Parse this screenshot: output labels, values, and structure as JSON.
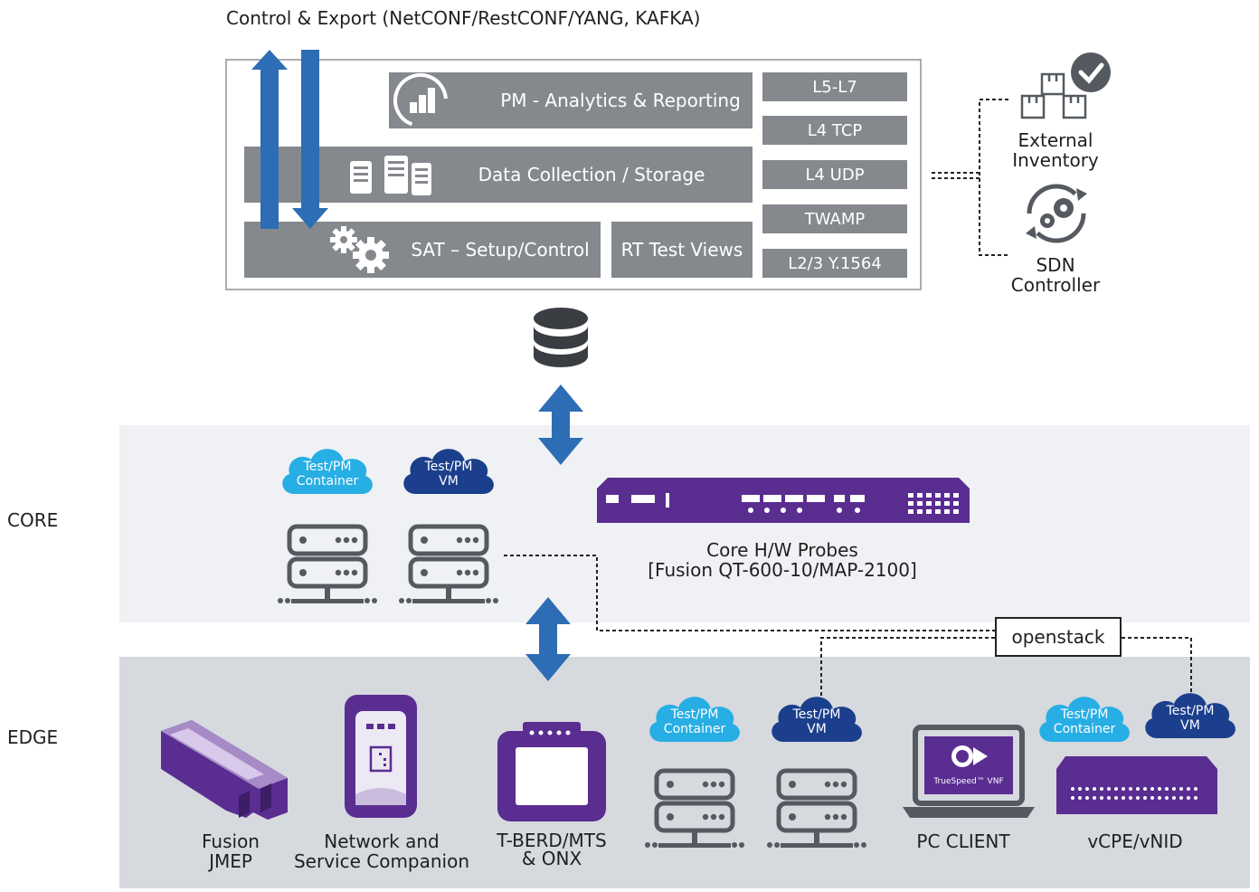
{
  "top_caption": "Control & Export (NetCONF/RestCONF/YANG, KAFKA)",
  "platform": {
    "pm_analytics": "PM - Analytics & Reporting",
    "data_collection": "Data Collection / Storage",
    "sat_setup": "SAT – Setup/Control",
    "rt_test_views": "RT Test Views",
    "layers": [
      "L5-L7",
      "L4 TCP",
      "L4 UDP",
      "TWAMP",
      "L2/3 Y.1564"
    ]
  },
  "right_side": {
    "external_inventory": [
      "External",
      "Inventory"
    ],
    "sdn_controller": [
      "SDN",
      "Controller"
    ]
  },
  "zones": {
    "core": "CORE",
    "edge": "EDGE"
  },
  "clouds": {
    "container": [
      "Test/PM",
      "Container"
    ],
    "vm": [
      "Test/PM",
      "VM"
    ]
  },
  "core_probe_label": [
    "Core H/W Probes",
    "[Fusion QT-600-10/MAP-2100]"
  ],
  "openstack": "openstack",
  "edge_devices": {
    "fusion_jmep": [
      "Fusion",
      "JMEP"
    ],
    "network_companion": [
      "Network and",
      "Service Companion"
    ],
    "tberd": [
      "T-BERD/MTS",
      "& ONX"
    ],
    "pc_client": "PC  CLIENT",
    "vcpe": "vCPE/vNID"
  },
  "truespeed_badge": "TrueSpeed™ VNF",
  "colors": {
    "arrow_blue": "#2d6db5",
    "box_gray": "#85898e",
    "purple": "#5a2d91",
    "cloud_light": "#27aee4",
    "cloud_dark": "#1b3f8c",
    "icon_gray": "#555a60"
  }
}
